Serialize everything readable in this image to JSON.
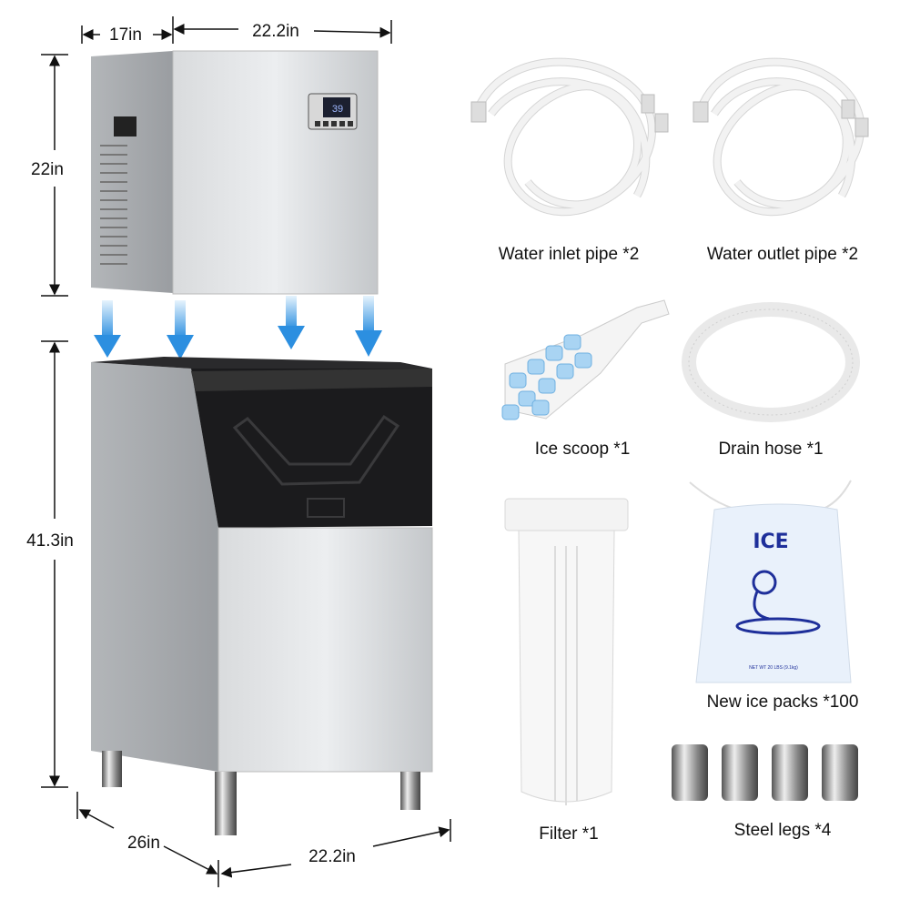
{
  "dimensions": {
    "top_depth": "17in",
    "top_width": "22.2in",
    "top_height": "22in",
    "bin_height": "41.3in",
    "bin_depth": "26in",
    "bin_width": "22.2in"
  },
  "control_panel": {
    "display_value": "39"
  },
  "accessories": [
    {
      "label": "Water inlet pipe *2"
    },
    {
      "label": "Water outlet pipe *2"
    },
    {
      "label": "Ice scoop *1"
    },
    {
      "label": "Drain hose *1"
    },
    {
      "label": "Filter *1"
    },
    {
      "label": "New ice packs *100"
    },
    {
      "label": "Steel legs *4"
    }
  ],
  "ice_bag": {
    "brand_text": "ICE",
    "net_weight": "NET WT 20 LBS (9.1kg)"
  },
  "colors": {
    "arrow": "#3a9be6",
    "steel": "#c9cbcd",
    "black_panel": "#1b1b1d",
    "bag_text": "#1e2f9a"
  }
}
